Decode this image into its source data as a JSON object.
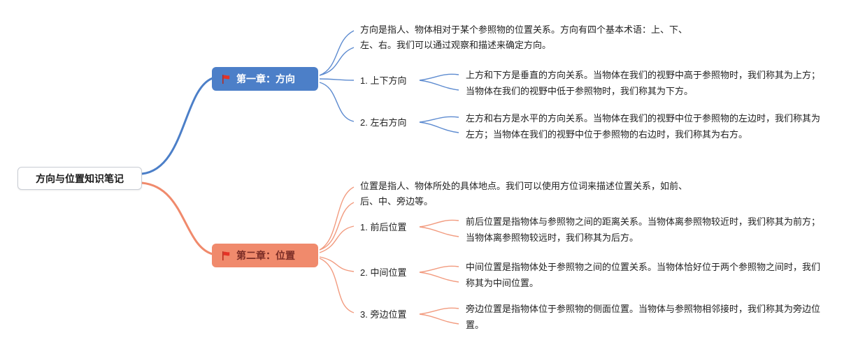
{
  "root": {
    "label": "方向与位置知识笔记"
  },
  "colors": {
    "chapter1": "#4c7fc8",
    "chapter2": "#f08a6c",
    "flag": "#e53226",
    "text": "#222222"
  },
  "icons": {
    "chapter1_icon": "flag-icon",
    "chapter2_icon": "flag-icon"
  },
  "branches": [
    {
      "label": "第一章：方向",
      "description": "方向是指人、物体相对于某个参照物的位置关系。方向有四个基本术语：上、下、左、右。我们可以通过观察和描述来确定方向。",
      "children": [
        {
          "label": "1. 上下方向",
          "detail": "上方和下方是垂直的方向关系。当物体在我们的视野中高于参照物时，我们称其为上方；当物体在我们的视野中低于参照物时，我们称其为下方。"
        },
        {
          "label": "2. 左右方向",
          "detail": "左方和右方是水平的方向关系。当物体在我们的视野中位于参照物的左边时，我们称其为左方；当物体在我们的视野中位于参照物的右边时，我们称其为右方。"
        }
      ]
    },
    {
      "label": "第二章：位置",
      "description": "位置是指人、物体所处的具体地点。我们可以使用方位词来描述位置关系，如前、后、中、旁边等。",
      "children": [
        {
          "label": "1. 前后位置",
          "detail": "前后位置是指物体与参照物之间的距离关系。当物体离参照物较近时，我们称其为前方；当物体离参照物较远时，我们称其为后方。"
        },
        {
          "label": "2. 中间位置",
          "detail": "中间位置是指物体处于参照物之间的位置关系。当物体恰好位于两个参照物之间时，我们称其为中间位置。"
        },
        {
          "label": "3. 旁边位置",
          "detail": "旁边位置是指物体位于参照物的侧面位置。当物体与参照物相邻接时，我们称其为旁边位置。"
        }
      ]
    }
  ]
}
